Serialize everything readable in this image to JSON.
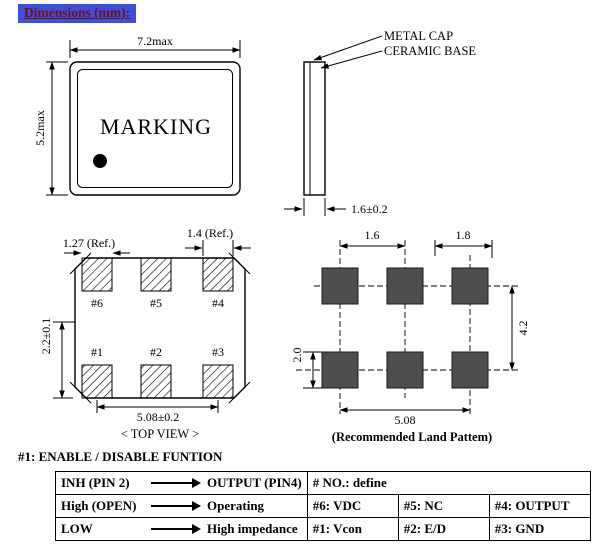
{
  "title": "Dimensions (mm):",
  "colors": {
    "title_bg": "#3d4fd8",
    "title_text": "#701010",
    "pad_fill": "#4d4d4d"
  },
  "top_view_drawing": {
    "width_dim": "7.2max",
    "height_dim": "5.2max",
    "marking": "MARKING"
  },
  "side_view_drawing": {
    "metal_cap": "METAL CAP",
    "ceramic_base": "CERAMIC BASE",
    "thickness_dim": "1.6±0.2"
  },
  "bottom_view_drawing": {
    "pad_width_dim": "1.27 (Ref.)",
    "pad_width_right_dim": "1.4 (Ref.)",
    "vertical_dim": "2.2±0.1",
    "horizontal_dim": "5.08±0.2",
    "caption": "< TOP VIEW >",
    "pads": [
      "#6",
      "#5",
      "#4",
      "#1",
      "#2",
      "#3"
    ]
  },
  "land_pattern_drawing": {
    "dim_1_6": "1.6",
    "dim_1_8": "1.8",
    "dim_4_2": "4.2",
    "dim_2_0": "2.0",
    "dim_5_08": "5.08",
    "caption": "(Recommended Land Pattem)"
  },
  "function_note": "#1: ENABLE / DISABLE FUNTION",
  "function_table": {
    "rows": [
      {
        "input": "INH (PIN 2)",
        "output": "OUTPUT (PIN4)",
        "pins": [
          "# NO.: define"
        ]
      },
      {
        "input": "High (OPEN)",
        "output": "Operating",
        "pins": [
          "#6: VDC",
          "#5: NC",
          "#4: OUTPUT"
        ]
      },
      {
        "input": "LOW",
        "output": "High impedance",
        "pins": [
          "#1: Vcon",
          "#2: E/D",
          "#3: GND"
        ]
      }
    ]
  }
}
